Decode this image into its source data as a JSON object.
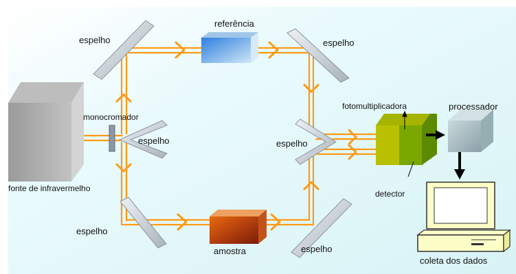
{
  "labels": {
    "source": "fonte de infravermelho",
    "monochromator": "monocromador",
    "mirror_top_left": "espelho",
    "mirror_top_right": "espelho",
    "mirror_center": "espelho",
    "mirror_right": "espelho",
    "mirror_bottom_left": "espelho",
    "mirror_bottom_right": "espelho",
    "reference": "referência",
    "sample": "amostra",
    "photomultiplier": "fotomultiplicadora",
    "detector": "detector",
    "processor": "processador",
    "data_collection": "coleta dos dados"
  },
  "colors": {
    "background_panel": "#e6f8fa",
    "beam": "#ff9a14",
    "mirror": "#cfd6dc",
    "source_box": "#a9a9a9",
    "reference_cell": "#4a8fd8",
    "sample_cell": "#b3400e",
    "detector_front": "#b8c000",
    "detector_back": "#6f9a00",
    "processor_box": "#a8bcc2",
    "computer": "#fdfdc8"
  }
}
